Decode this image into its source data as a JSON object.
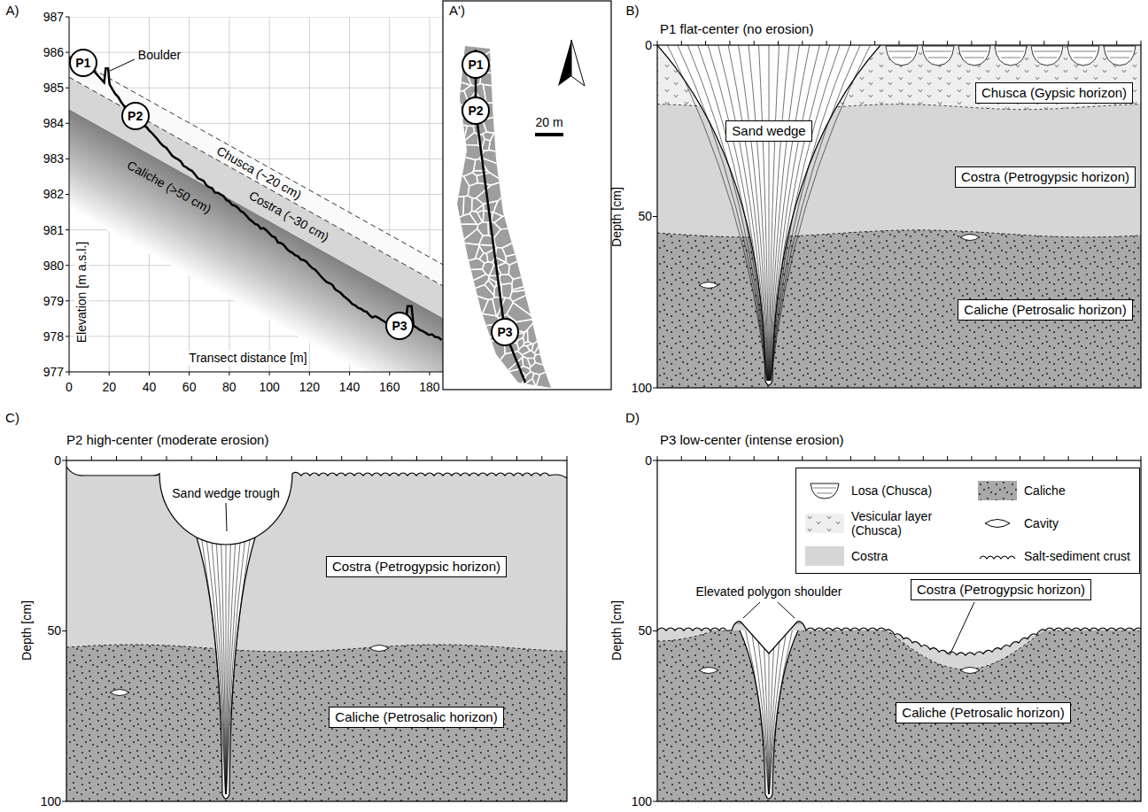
{
  "diagram": {
    "nodes": [
      {
        "text": [
          "P1"
        ]
      },
      {
        "text": [
          "P2"
        ]
      },
      {
        "text": [
          "P3"
        ]
      },
      {
        "text": [
          "P1"
        ]
      },
      {
        "text": [
          "P2"
        ]
      },
      {
        "text": [
          "P3"
        ]
      },
      {
        "text": [
          "Sand wedge"
        ]
      },
      {
        "text": [
          "Chusca (Gypsic horizon)"
        ]
      },
      {
        "text": [
          "Costra (Petrogypsic horizon)"
        ]
      },
      {
        "text": [
          "Caliche (Petrosalic horizon)"
        ]
      },
      {
        "text": [
          "Costra (Petrogypsic horizon)"
        ]
      },
      {
        "text": [
          "Caliche (Petrosalic horizon)"
        ]
      },
      {
        "text": [
          "Costra (Petrogypsic horizon)"
        ]
      },
      {
        "text": [
          "Caliche (Petrosalic horizon)"
        ]
      }
    ],
    "labels": [
      "A)",
      "987",
      "986",
      "985",
      "984",
      "983",
      "982",
      "981",
      "980",
      "979",
      "978",
      "977",
      "Elevation [m a.s.l.]",
      "0",
      "20",
      "40",
      "60",
      "80",
      "100",
      "120",
      "140",
      "160",
      "180",
      "Transect distance [m]",
      "Boulder",
      "Chusca (~20 cm)",
      "Costra (~30 cm)",
      "Caliche (>50 cm)",
      "A')",
      "20 m",
      "B)",
      "P1 flat-center (no erosion)",
      "Depth [cm]",
      "0",
      "50",
      "100",
      "C)",
      "P2 high-center (moderate erosion)",
      "Depth [cm]",
      "0",
      "50",
      "100",
      "Sand wedge trough",
      "D)",
      "P3 low-center (intense erosion)",
      "Depth [cm]",
      "0",
      "50",
      "100",
      "Elevated polygon shoulder"
    ],
    "legend": [
      {
        "text": "Losa (Chusca)"
      },
      {
        "text": "Vesicular layer (Chusca)"
      },
      {
        "text": "Costra",
        "color": "#d6d6d6"
      },
      {
        "text": "Caliche"
      },
      {
        "text": "Cavity"
      },
      {
        "text": "Salt-sediment crust"
      }
    ]
  }
}
